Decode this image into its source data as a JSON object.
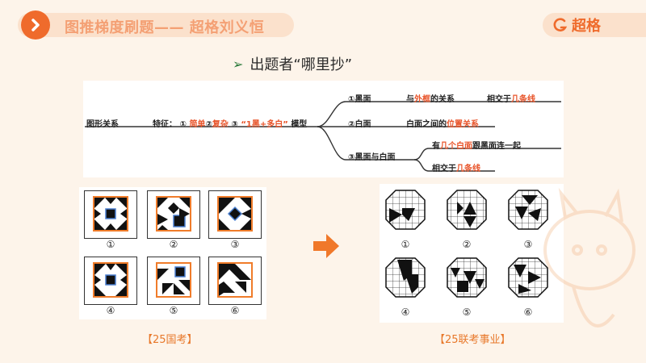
{
  "header": {
    "title": "图推梯度刷题—— 超格刘义恒",
    "logo_text": "超格",
    "accent": "#ef6b2c"
  },
  "subtitle": {
    "bullet_icon": "arrow-bullet-icon",
    "text": "出题者“哪里抄”"
  },
  "mindmap": {
    "root": "图形关系",
    "feature_prefix": "特征：",
    "feature_c1": "①",
    "feature_simple": "简单",
    "feature_c2": "②",
    "feature_complex": "复杂",
    "feature_c3": "③",
    "feature_model": "“1黑+多白”",
    "feature_suffix": "模型",
    "branch1": "①黑面",
    "branch1_rel_a": "与",
    "branch1_rel_hl": "外框",
    "branch1_rel_b": "的关系",
    "branch1_leaf_a": "相交于",
    "branch1_leaf_hl": "几条线",
    "branch2": "②白面",
    "branch2_rel_a": "白面之间的",
    "branch2_rel_hl": "位置关系",
    "branch3": "③黑面与白面",
    "branch3_sub1_a": "有",
    "branch3_sub1_hl": "几个白面",
    "branch3_sub1_b": "跟黑面连一起",
    "branch3_sub2_a": "相交于",
    "branch3_sub2_hl": "几条线"
  },
  "left_figure": {
    "labels": [
      "①",
      "②",
      "③",
      "④",
      "⑤",
      "⑥"
    ],
    "caption": "【25国考】"
  },
  "right_figure": {
    "labels": [
      "①",
      "②",
      "③",
      "④",
      "⑤",
      "⑥"
    ],
    "caption": "【25联考事业】"
  },
  "colors": {
    "highlight": "#e8542a",
    "frame": "#f07c2a",
    "background": "#fdf4ea"
  }
}
